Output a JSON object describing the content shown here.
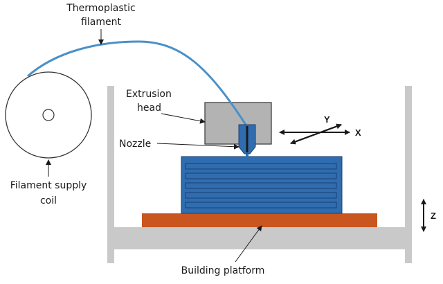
{
  "labels": {
    "filament_line1": "Thermoplastic",
    "filament_line2": "filament",
    "extrusion_line1": "Extrusion",
    "extrusion_line2": "head",
    "nozzle": "Nozzle",
    "coil_line1": "Filament supply",
    "coil_line2": "coil",
    "platform": "Building platform",
    "axis_x": "X",
    "axis_y": "Y",
    "axis_z": "Z"
  },
  "colors": {
    "filament": "#4a90c8",
    "printed_part": "#2f6db0",
    "platform_plate": "#c8561e",
    "frame": "#c9c9c9",
    "extrusion_head": "#b3b3b3"
  },
  "printed_layers": 5
}
